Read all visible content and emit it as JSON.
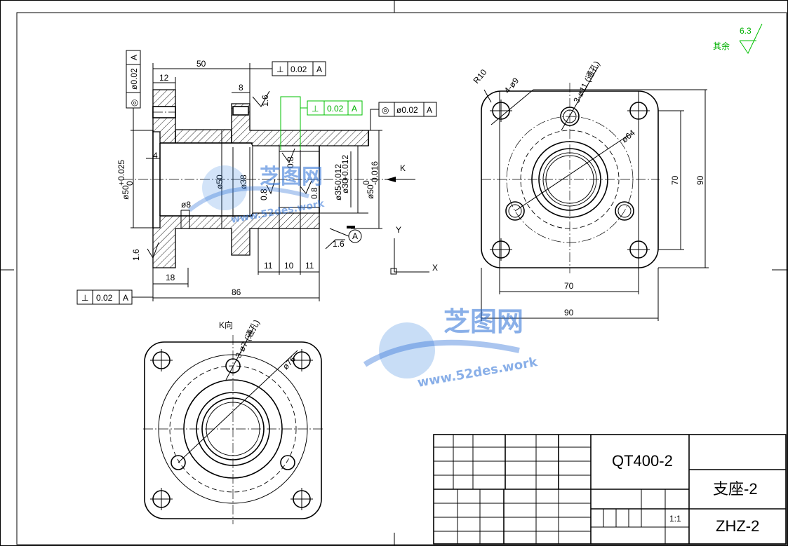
{
  "dimensions": {
    "d50": "50",
    "d12": "12",
    "d8": "8",
    "d4": "4",
    "d18": "18",
    "d86": "86",
    "d11a": "11",
    "d10": "10",
    "d11b": "11",
    "dia50tol": "ø50",
    "dia50tol_up": "+0.025",
    "dia50tol_lo": "0",
    "dia50": "ø50",
    "dia38": "ø38",
    "dia8": "ø8",
    "dia30": "ø30",
    "dia30tol": "+0.012",
    "dia35": "ø35",
    "dia35tol": "-0.012",
    "dia50b": "ø50",
    "dia50b_tol_up": "0",
    "dia50b_tol_lo": "-0.016",
    "r08a": "0.8",
    "r08b": "0.8",
    "r08c": "0.8",
    "r16a": "1.6",
    "r16b": "1.6",
    "r16c": "1.6",
    "r10": "R10",
    "h4d9": "4-ø9",
    "h3d11": "3-ø11 (通孔)",
    "dia64": "ø64",
    "d70v": "70",
    "d90v": "90",
    "d70h": "70",
    "d90h": "90",
    "h3d7": "3-ø7 (通孔)",
    "dia76": "ø76"
  },
  "tolerances": {
    "perp_top": {
      "symbol": "⊥",
      "value": "0.02",
      "datum": "A"
    },
    "perp_green": {
      "symbol": "⊥",
      "value": "0.02",
      "datum": "A"
    },
    "conc_right": {
      "symbol": "◎",
      "value": "ø0.02",
      "datum": "A"
    },
    "conc_left": {
      "symbol": "◎",
      "value": "ø0.02",
      "datum": "A"
    },
    "perp_bottom": {
      "symbol": "⊥",
      "value": "0.02",
      "datum": "A"
    },
    "datum_label": "A"
  },
  "labels": {
    "view_k_arrow": "K",
    "view_k_title": "K向",
    "axis_x": "X",
    "axis_y": "Y",
    "roughness_other": "其余",
    "roughness_value": "6.3"
  },
  "title_block": {
    "material": "QT400-2",
    "part_name": "支座-2",
    "scale": "1:1",
    "drawing_no": "ZHZ-2"
  },
  "watermark": {
    "brand": "芝图网",
    "url": "www.52des.work"
  }
}
